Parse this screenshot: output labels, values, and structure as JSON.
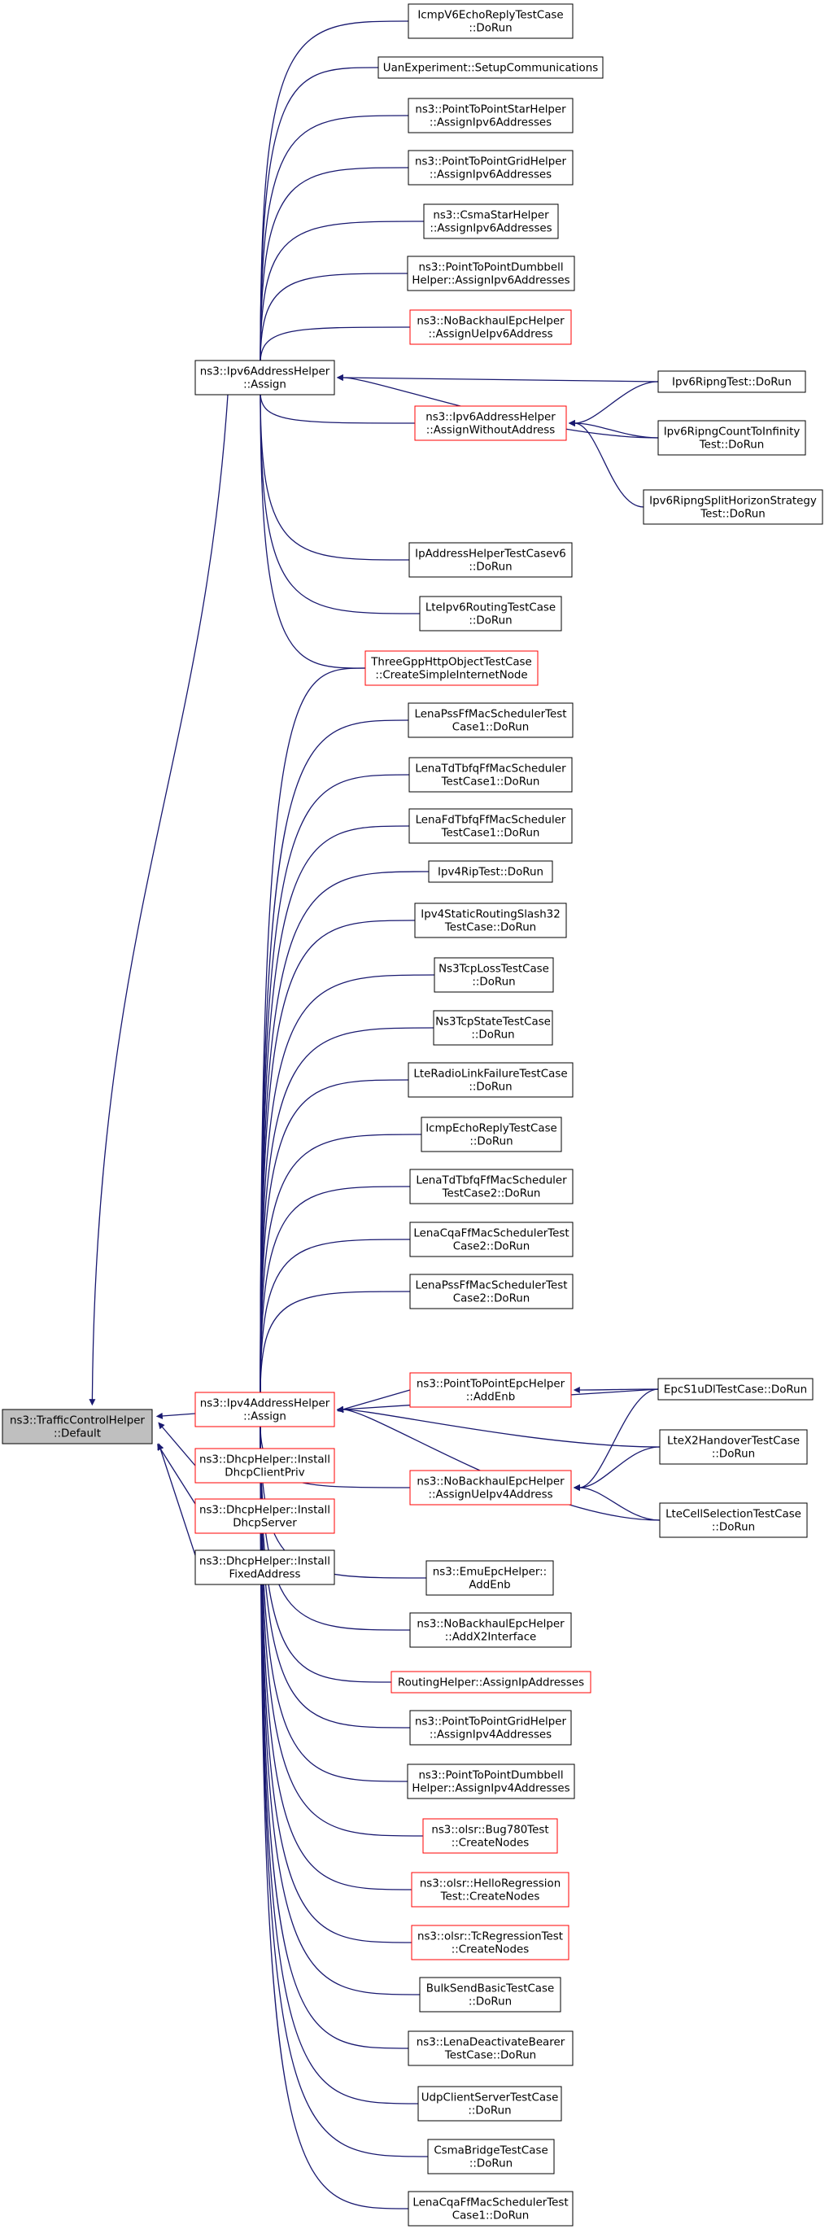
{
  "colors": {
    "edge": "#191970",
    "node_border": "#000000",
    "node_border_red": "#ff0000",
    "root_fill": "#bfbfbf",
    "node_fill": "#ffffff"
  },
  "nodes": [
    {
      "id": "root",
      "style": "root",
      "lines": [
        "ns3::TrafficControlHelper",
        "::Default"
      ]
    },
    {
      "id": "ipv6",
      "style": "black",
      "lines": [
        "ns3::Ipv6AddressHelper",
        "::Assign"
      ]
    },
    {
      "id": "ipv4",
      "style": "red",
      "lines": [
        "ns3::Ipv4AddressHelper",
        "::Assign"
      ]
    },
    {
      "id": "dhcpclient",
      "style": "red",
      "lines": [
        "ns3::DhcpHelper::Install",
        "DhcpClientPriv"
      ]
    },
    {
      "id": "dhcpserver",
      "style": "red",
      "lines": [
        "ns3::DhcpHelper::Install",
        "DhcpServer"
      ]
    },
    {
      "id": "dhcpfixed",
      "style": "black",
      "lines": [
        "ns3::DhcpHelper::Install",
        "FixedAddress"
      ]
    },
    {
      "id": "icmpv6",
      "style": "black",
      "lines": [
        "IcmpV6EchoReplyTestCase",
        "::DoRun"
      ]
    },
    {
      "id": "uan",
      "style": "black",
      "lines": [
        "UanExperiment::SetupCommunications"
      ]
    },
    {
      "id": "p2pstar6",
      "style": "black",
      "lines": [
        "ns3::PointToPointStarHelper",
        "::AssignIpv6Addresses"
      ]
    },
    {
      "id": "p2pgrid6",
      "style": "black",
      "lines": [
        "ns3::PointToPointGridHelper",
        "::AssignIpv6Addresses"
      ]
    },
    {
      "id": "csmastar6",
      "style": "black",
      "lines": [
        "ns3::CsmaStarHelper",
        "::AssignIpv6Addresses"
      ]
    },
    {
      "id": "p2pdumb6",
      "style": "black",
      "lines": [
        "ns3::PointToPointDumbbell",
        "Helper::AssignIpv6Addresses"
      ]
    },
    {
      "id": "nobackhaul6",
      "style": "red",
      "lines": [
        "ns3::NoBackhaulEpcHelper",
        "::AssignUeIpv6Address"
      ]
    },
    {
      "id": "assignwithout",
      "style": "red",
      "lines": [
        "ns3::Ipv6AddressHelper",
        "::AssignWithoutAddress"
      ]
    },
    {
      "id": "ripngtest",
      "style": "black",
      "lines": [
        "Ipv6RipngTest::DoRun"
      ]
    },
    {
      "id": "ripngcount",
      "style": "black",
      "lines": [
        "Ipv6RipngCountToInfinity",
        "Test::DoRun"
      ]
    },
    {
      "id": "ripngsplit",
      "style": "black",
      "lines": [
        "Ipv6RipngSplitHorizonStrategy",
        "Test::DoRun"
      ]
    },
    {
      "id": "ipaddrv6",
      "style": "black",
      "lines": [
        "IpAddressHelperTestCasev6",
        "::DoRun"
      ]
    },
    {
      "id": "lteipv6",
      "style": "black",
      "lines": [
        "LteIpv6RoutingTestCase",
        "::DoRun"
      ]
    },
    {
      "id": "threegpp",
      "style": "red",
      "lines": [
        "ThreeGppHttpObjectTestCase",
        "::CreateSimpleInternetNode"
      ]
    },
    {
      "id": "lenapss1",
      "style": "black",
      "lines": [
        "LenaPssFfMacSchedulerTest",
        "Case1::DoRun"
      ]
    },
    {
      "id": "lenatdtbfq1",
      "style": "black",
      "lines": [
        "LenaTdTbfqFfMacScheduler",
        "TestCase1::DoRun"
      ]
    },
    {
      "id": "lenafdtbfq1",
      "style": "black",
      "lines": [
        "LenaFdTbfqFfMacScheduler",
        "TestCase1::DoRun"
      ]
    },
    {
      "id": "ipv4rip",
      "style": "black",
      "lines": [
        "Ipv4RipTest::DoRun"
      ]
    },
    {
      "id": "ipv4static",
      "style": "black",
      "lines": [
        "Ipv4StaticRoutingSlash32",
        "TestCase::DoRun"
      ]
    },
    {
      "id": "ns3tcploss",
      "style": "black",
      "lines": [
        "Ns3TcpLossTestCase",
        "::DoRun"
      ]
    },
    {
      "id": "ns3tcpstate",
      "style": "black",
      "lines": [
        "Ns3TcpStateTestCase",
        "::DoRun"
      ]
    },
    {
      "id": "lteradio",
      "style": "black",
      "lines": [
        "LteRadioLinkFailureTestCase",
        "::DoRun"
      ]
    },
    {
      "id": "icmpecho",
      "style": "black",
      "lines": [
        "IcmpEchoReplyTestCase",
        "::DoRun"
      ]
    },
    {
      "id": "lenatdtbfq2",
      "style": "black",
      "lines": [
        "LenaTdTbfqFfMacScheduler",
        "TestCase2::DoRun"
      ]
    },
    {
      "id": "lenacqa2",
      "style": "black",
      "lines": [
        "LenaCqaFfMacSchedulerTest",
        "Case2::DoRun"
      ]
    },
    {
      "id": "lenapss2",
      "style": "black",
      "lines": [
        "LenaPssFfMacSchedulerTest",
        "Case2::DoRun"
      ]
    },
    {
      "id": "p2pepc",
      "style": "red",
      "lines": [
        "ns3::PointToPointEpcHelper",
        "::AddEnb"
      ]
    },
    {
      "id": "epcs1u",
      "style": "black",
      "lines": [
        "EpcS1uDlTestCase::DoRun"
      ]
    },
    {
      "id": "ltex2",
      "style": "black",
      "lines": [
        "LteX2HandoverTestCase",
        "::DoRun"
      ]
    },
    {
      "id": "nobackhaul4",
      "style": "red",
      "lines": [
        "ns3::NoBackhaulEpcHelper",
        "::AssignUeIpv4Address"
      ]
    },
    {
      "id": "ltecell",
      "style": "black",
      "lines": [
        "LteCellSelectionTestCase",
        "::DoRun"
      ]
    },
    {
      "id": "emuepc",
      "style": "black",
      "lines": [
        "ns3::EmuEpcHelper::",
        "AddEnb"
      ]
    },
    {
      "id": "nobackhaulx2",
      "style": "black",
      "lines": [
        "ns3::NoBackhaulEpcHelper",
        "::AddX2Interface"
      ]
    },
    {
      "id": "routinghelper",
      "style": "red",
      "lines": [
        "RoutingHelper::AssignIpAddresses"
      ]
    },
    {
      "id": "p2pgrid4",
      "style": "black",
      "lines": [
        "ns3::PointToPointGridHelper",
        "::AssignIpv4Addresses"
      ]
    },
    {
      "id": "p2pdumb4",
      "style": "black",
      "lines": [
        "ns3::PointToPointDumbbell",
        "Helper::AssignIpv4Addresses"
      ]
    },
    {
      "id": "olsrbug",
      "style": "red",
      "lines": [
        "ns3::olsr::Bug780Test",
        "::CreateNodes"
      ]
    },
    {
      "id": "olsrhello",
      "style": "red",
      "lines": [
        "ns3::olsr::HelloRegression",
        "Test::CreateNodes"
      ]
    },
    {
      "id": "olsrtc",
      "style": "red",
      "lines": [
        "ns3::olsr::TcRegressionTest",
        "::CreateNodes"
      ]
    },
    {
      "id": "bulksend",
      "style": "black",
      "lines": [
        "BulkSendBasicTestCase",
        "::DoRun"
      ]
    },
    {
      "id": "lenadeact",
      "style": "black",
      "lines": [
        "ns3::LenaDeactivateBearer",
        "TestCase::DoRun"
      ]
    },
    {
      "id": "udpclient",
      "style": "black",
      "lines": [
        "UdpClientServerTestCase",
        "::DoRun"
      ]
    },
    {
      "id": "csmabridge",
      "style": "black",
      "lines": [
        "CsmaBridgeTestCase",
        "::DoRun"
      ]
    },
    {
      "id": "lenacqa1",
      "style": "black",
      "lines": [
        "LenaCqaFfMacSchedulerTest",
        "Case1::DoRun"
      ]
    }
  ]
}
